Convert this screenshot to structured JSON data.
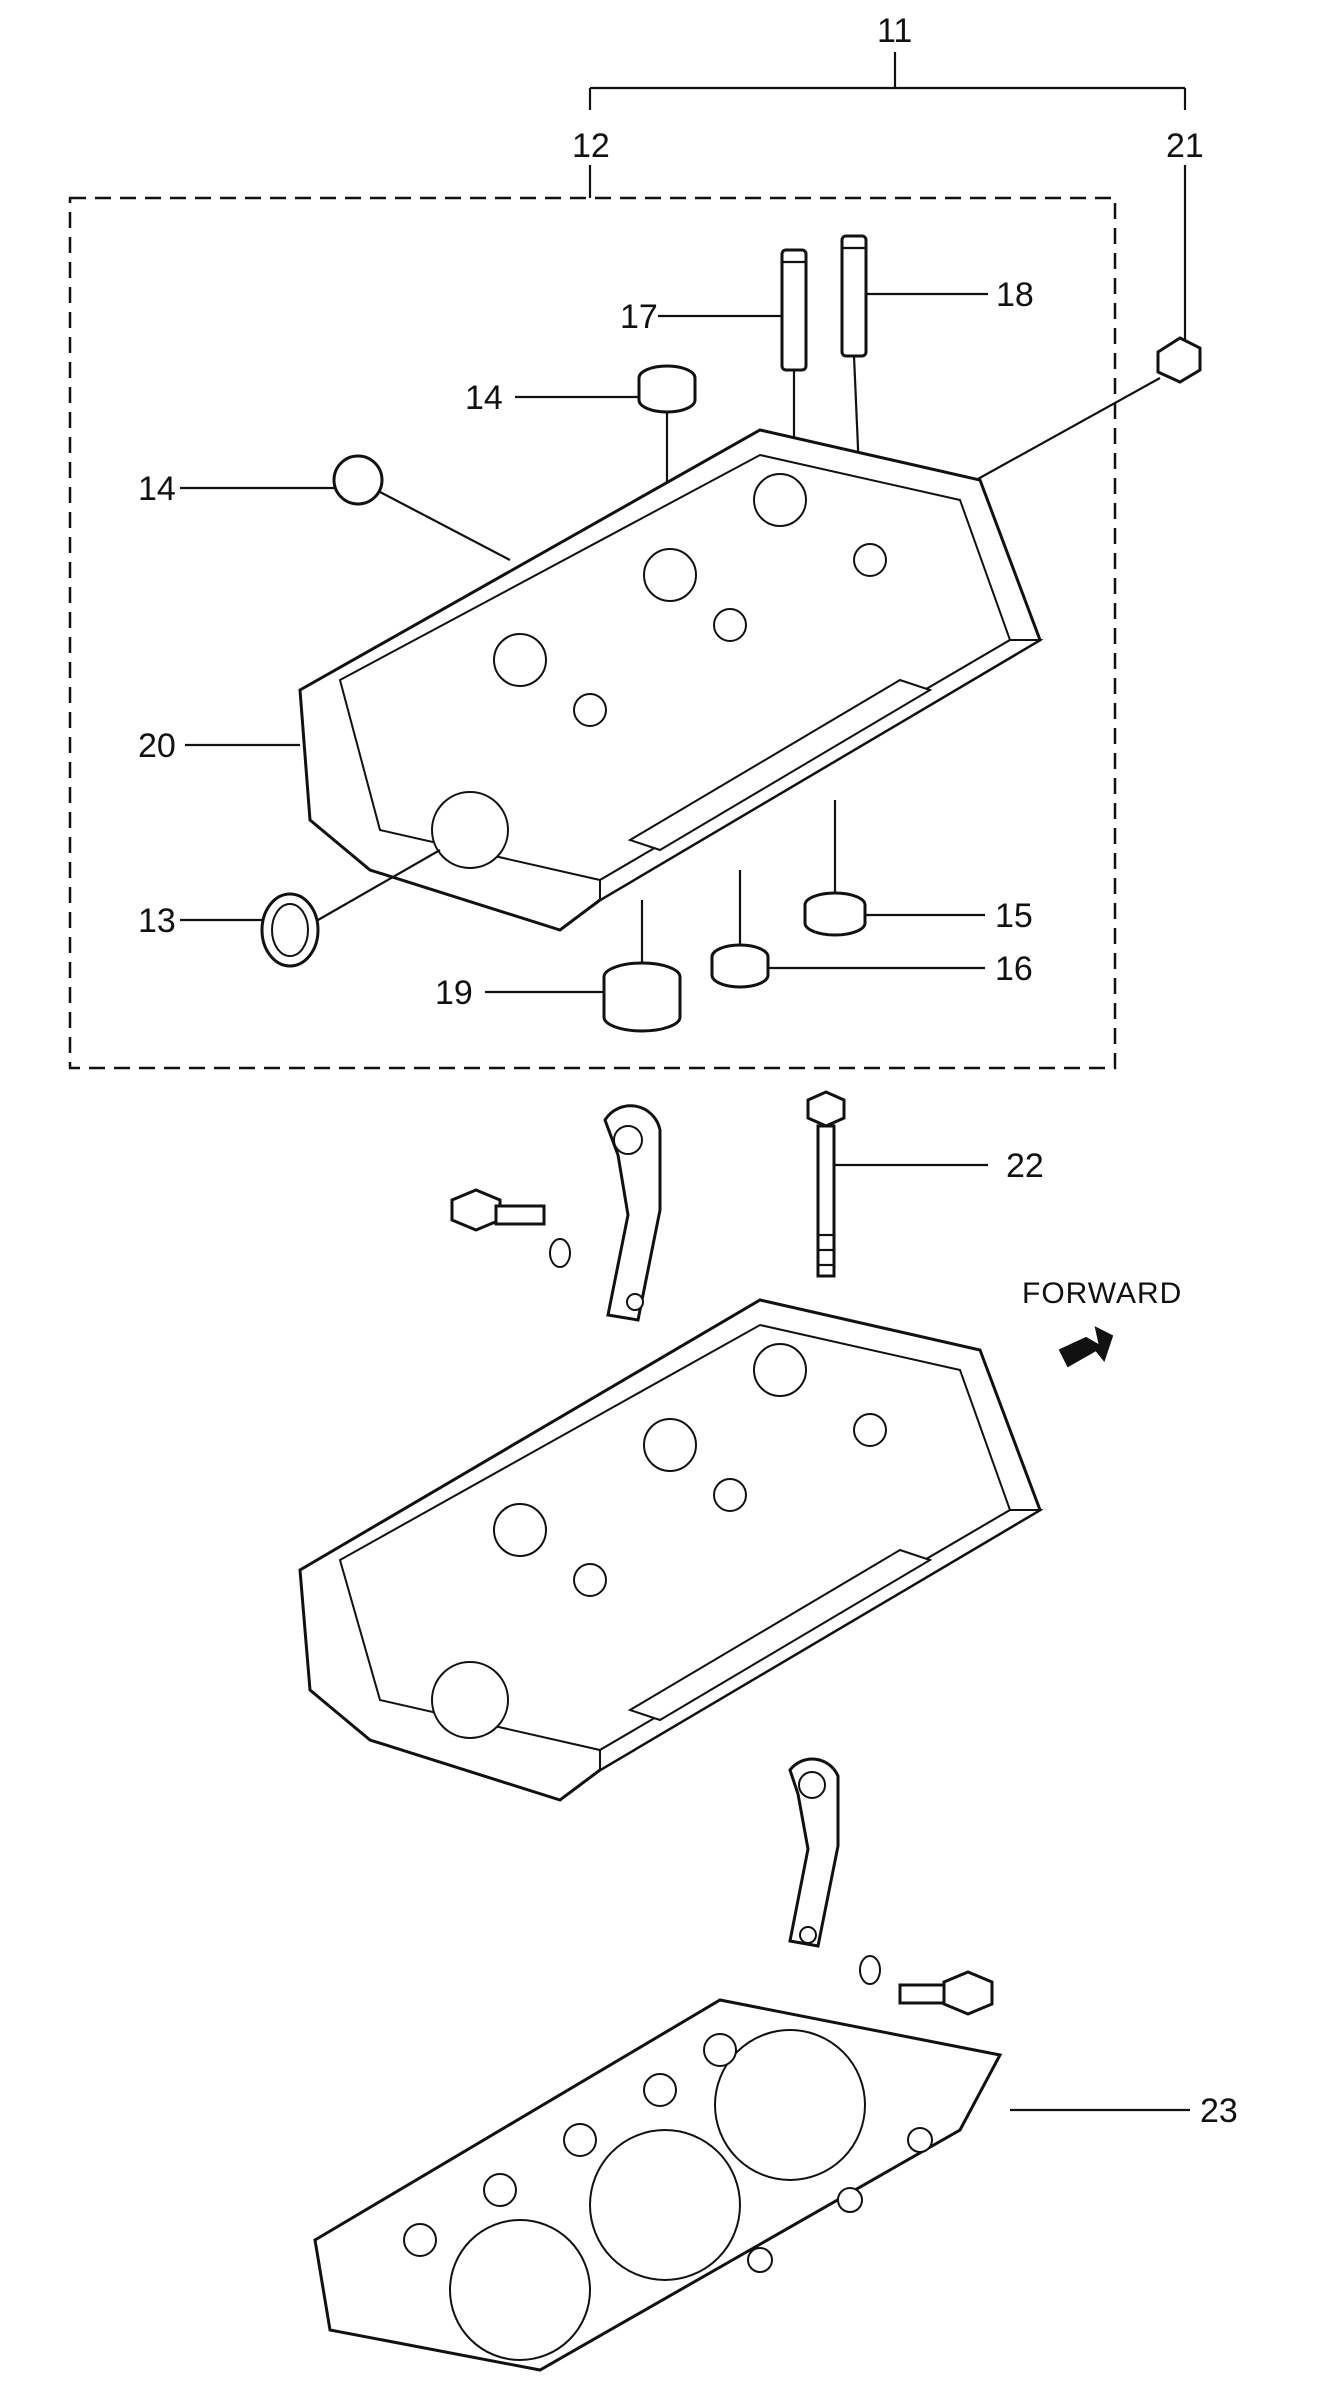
{
  "labels": {
    "l11": "11",
    "l12": "12",
    "l21": "21",
    "l17": "17",
    "l18": "18",
    "l14a": "14",
    "l14b": "14",
    "l20": "20",
    "l13": "13",
    "l15": "15",
    "l16": "16",
    "l19": "19",
    "l22": "22",
    "l23": "23"
  },
  "forward_label": "FORWARD"
}
